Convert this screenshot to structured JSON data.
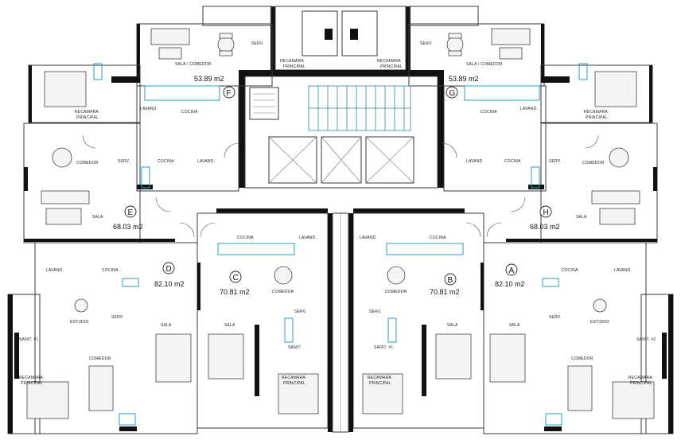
{
  "plan": {
    "units": [
      {
        "letter": "F",
        "area": "53.89 m2"
      },
      {
        "letter": "G",
        "area": "53.89 m2"
      },
      {
        "letter": "E",
        "area": "68.03 m2"
      },
      {
        "letter": "H",
        "area": "68.03 m2"
      },
      {
        "letter": "D",
        "area": "82.10 m2"
      },
      {
        "letter": "A",
        "area": "82.10 m2"
      },
      {
        "letter": "C",
        "area": "70.81 m2"
      },
      {
        "letter": "B",
        "area": "70.81 m2"
      }
    ],
    "rooms": {
      "sala_comedor": "SALA / COMEDOR",
      "recamara_principal": "RECAMARA PRINCIPAL",
      "recamara": "RECAMARA",
      "principal": "PRINCIPAL",
      "lavand": "LAVAND.",
      "cocina": "COCINA",
      "comedor": "COMEDOR",
      "sala": "SALA",
      "estudio": "ESTUDIO",
      "serv": "SERV.",
      "sanit": "SANIT.",
      "sanit_1": "SANIT. #1",
      "sanit_2": "SANIT. #2"
    }
  }
}
